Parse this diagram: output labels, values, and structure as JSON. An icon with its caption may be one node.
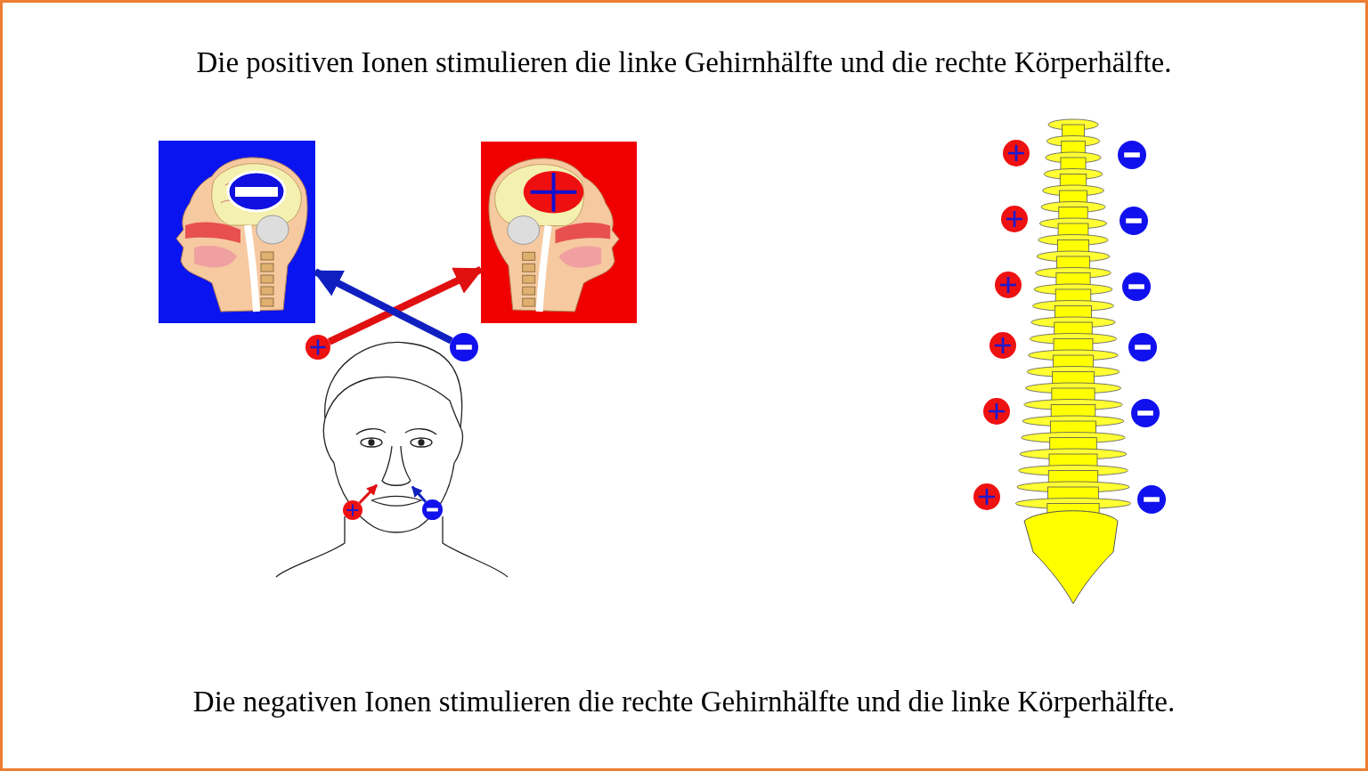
{
  "diagram": {
    "title": "Die positiven Ionen stimulieren die linke Gehirnhälfte und die rechte Körperhälfte.",
    "caption": "Die negativen Ionen stimulieren die rechte Gehirnhälfte und die linke Körperhälfte.",
    "nodes": [
      {
        "text": [],
        "shape": "picture"
      },
      {
        "text": [],
        "shape": "picture"
      },
      {
        "text": [],
        "shape": "circle"
      },
      {
        "text": [],
        "shape": "circle"
      },
      {
        "text": [],
        "shape": "picture"
      },
      {
        "text": [],
        "shape": "circle",
        "in": 4
      },
      {
        "text": [],
        "shape": "circle",
        "in": 4
      },
      {
        "text": [],
        "shape": "picture",
        "in": 4
      }
    ],
    "edges": [
      {
        "from": 2,
        "to": 1,
        "arrow": "to",
        "style": "thick",
        "color": "#e01010"
      },
      {
        "from": 3,
        "to": 0,
        "arrow": "to",
        "style": "thick",
        "color": "#1020c0"
      },
      {
        "from": 5,
        "to": 7,
        "arrow": "to",
        "color": "#e01010"
      },
      {
        "from": 6,
        "to": 7,
        "arrow": "to",
        "color": "#1020c0"
      }
    ]
  }
}
